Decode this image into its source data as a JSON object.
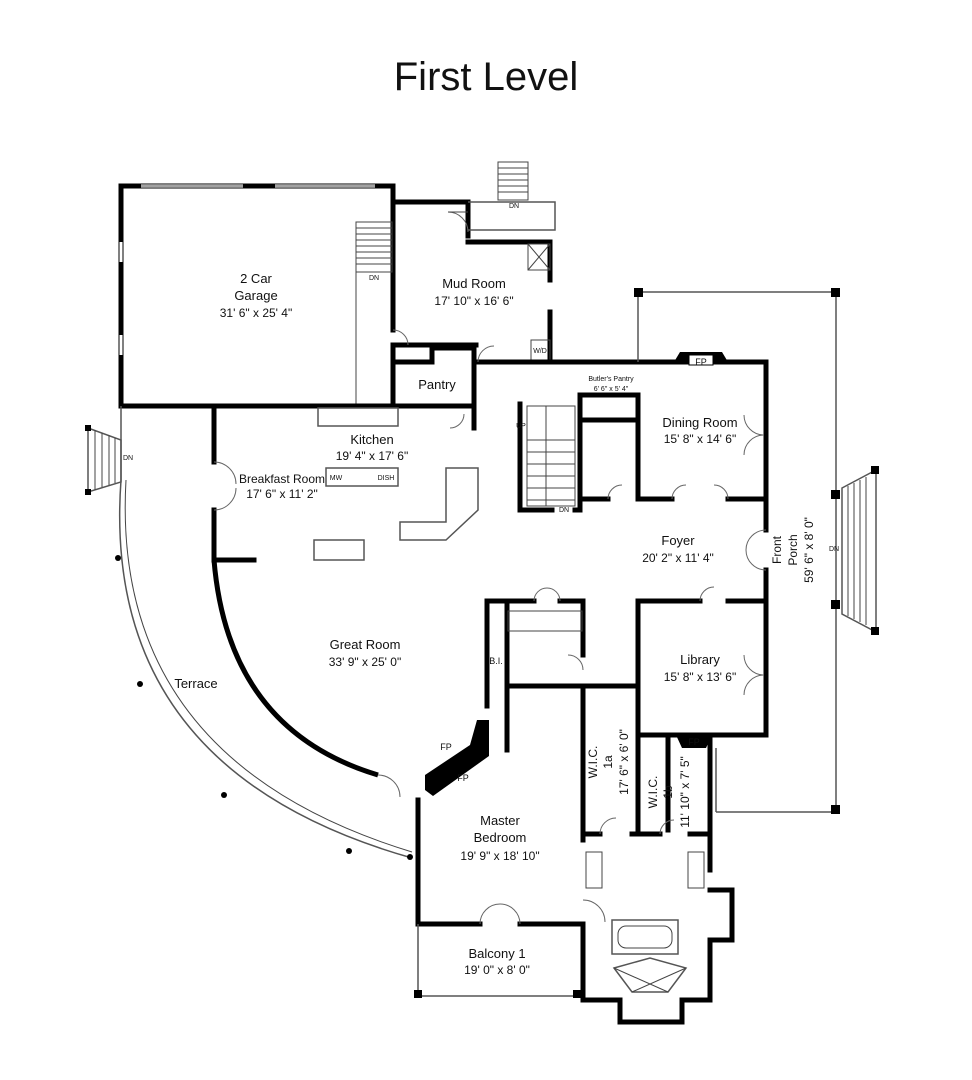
{
  "title": "First Level",
  "rooms": {
    "garage": {
      "name_line1": "2 Car",
      "name_line2": "Garage",
      "dims": "31' 6\" x 25' 4\""
    },
    "mud_room": {
      "name": "Mud Room",
      "dims": "17' 10\" x 16' 6\""
    },
    "pantry": {
      "name": "Pantry"
    },
    "butlers_pantry": {
      "name": "Butler's Pantry",
      "dims": "6' 6\" x 5' 4\""
    },
    "dining_room": {
      "name": "Dining Room",
      "dims": "15' 8\" x 14' 6\""
    },
    "kitchen": {
      "name": "Kitchen",
      "dims": "19' 4\" x 17' 6\""
    },
    "breakfast_room": {
      "name": "Breakfast Room",
      "dims": "17' 6\" x 11' 2\""
    },
    "foyer": {
      "name": "Foyer",
      "dims": "20' 2\" x 11' 4\""
    },
    "front_porch": {
      "name_line1": "Front",
      "name_line2": "Porch",
      "dims": "59' 6\" x 8' 0\""
    },
    "great_room": {
      "name": "Great Room",
      "dims": "33' 9\" x 25' 0\""
    },
    "library": {
      "name": "Library",
      "dims": "15' 8\" x 13' 6\""
    },
    "terrace": {
      "name": "Terrace"
    },
    "wic_1a": {
      "name_line1": "W.I.C.",
      "name_line2": "1a",
      "dims": "17' 6\" x 6' 0\""
    },
    "wic_1b": {
      "name_line1": "W.I.C.",
      "name_line2": "1b",
      "dims": "11' 10\" x 7' 5\""
    },
    "master_bedroom": {
      "name_line1": "Master",
      "name_line2": "Bedroom",
      "dims": "19' 9\" x 18' 10\""
    },
    "balcony": {
      "name": "Balcony 1",
      "dims": "19' 0\" x 8' 0\""
    }
  },
  "annotations": {
    "dn": "DN",
    "up": "UP",
    "fp": "FP",
    "bi": "B.I.",
    "wd": "W/D",
    "mw": "MW",
    "dish": "DISH"
  }
}
